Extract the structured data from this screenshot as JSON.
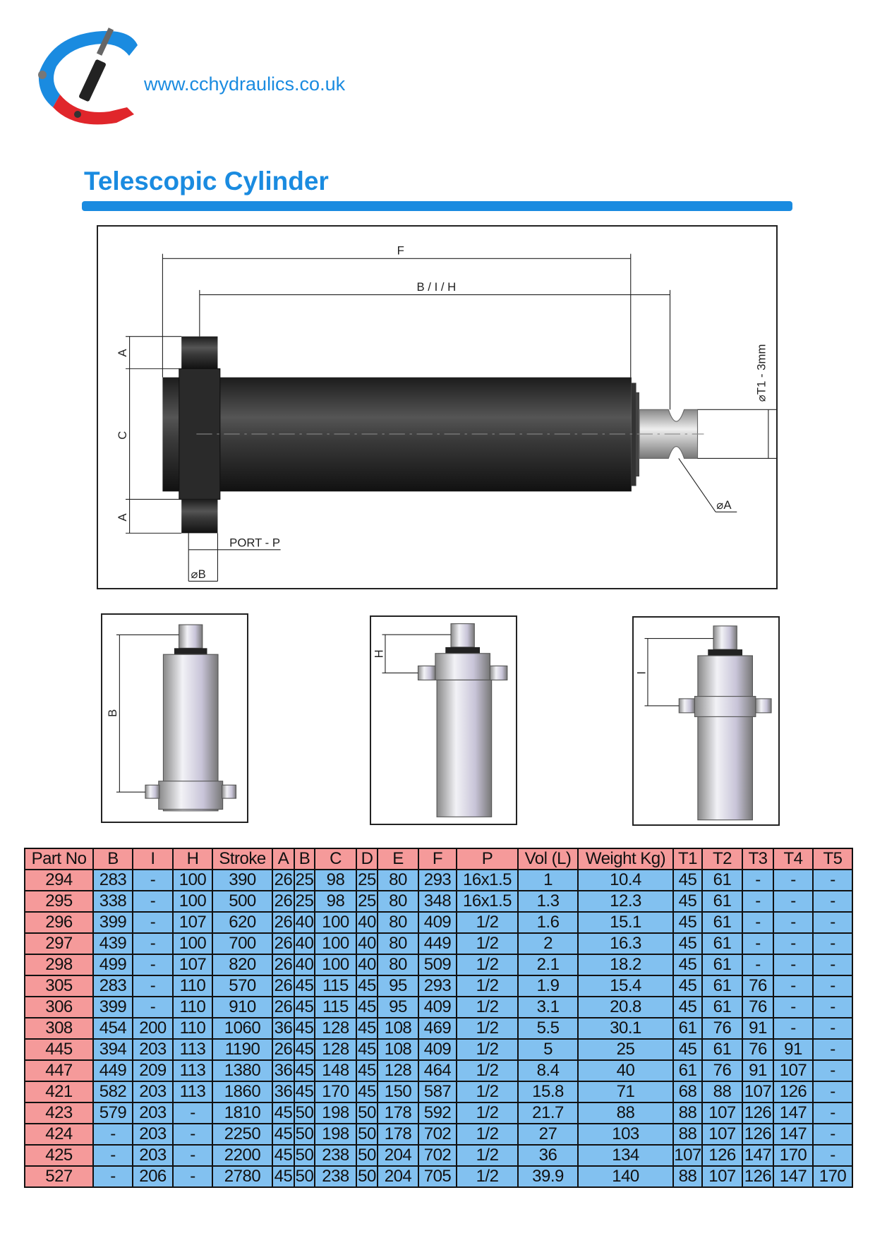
{
  "header": {
    "url": "www.cchydraulics.co.uk",
    "title": "Telescopic Cylinder"
  },
  "colors": {
    "brand_blue": "#1a8be0",
    "logo_red": "#e0262b",
    "header_pink": "#f59a9a",
    "cell_blue": "#82c1f0"
  },
  "diagram": {
    "f": "F",
    "bih": "B / I / H",
    "a_top": "A",
    "c": "C",
    "a_bottom": "A",
    "t1": "⌀T1 - 3mm",
    "oa": "⌀A",
    "port": "PORT - P",
    "ob": "⌀B"
  },
  "views": {
    "b": "B",
    "h": "H",
    "i": "I"
  },
  "table": {
    "headers": [
      "Part No",
      "B",
      "I",
      "H",
      "Stroke",
      "A",
      "B",
      "C",
      "D",
      "E",
      "F",
      "P",
      "Vol (L)",
      "Weight Kg)",
      "T1",
      "T2",
      "T3",
      "T4",
      "T5"
    ],
    "rows": [
      [
        "294",
        "283",
        "-",
        "100",
        "390",
        "26",
        "25",
        "98",
        "25",
        "80",
        "293",
        "16x1.5",
        "1",
        "10.4",
        "45",
        "61",
        "-",
        "-",
        "-"
      ],
      [
        "295",
        "338",
        "-",
        "100",
        "500",
        "26",
        "25",
        "98",
        "25",
        "80",
        "348",
        "16x1.5",
        "1.3",
        "12.3",
        "45",
        "61",
        "-",
        "-",
        "-"
      ],
      [
        "296",
        "399",
        "-",
        "107",
        "620",
        "26",
        "40",
        "100",
        "40",
        "80",
        "409",
        "1/2",
        "1.6",
        "15.1",
        "45",
        "61",
        "-",
        "-",
        "-"
      ],
      [
        "297",
        "439",
        "-",
        "100",
        "700",
        "26",
        "40",
        "100",
        "40",
        "80",
        "449",
        "1/2",
        "2",
        "16.3",
        "45",
        "61",
        "-",
        "-",
        "-"
      ],
      [
        "298",
        "499",
        "-",
        "107",
        "820",
        "26",
        "40",
        "100",
        "40",
        "80",
        "509",
        "1/2",
        "2.1",
        "18.2",
        "45",
        "61",
        "-",
        "-",
        "-"
      ],
      [
        "305",
        "283",
        "-",
        "110",
        "570",
        "26",
        "45",
        "115",
        "45",
        "95",
        "293",
        "1/2",
        "1.9",
        "15.4",
        "45",
        "61",
        "76",
        "-",
        "-"
      ],
      [
        "306",
        "399",
        "-",
        "110",
        "910",
        "26",
        "45",
        "115",
        "45",
        "95",
        "409",
        "1/2",
        "3.1",
        "20.8",
        "45",
        "61",
        "76",
        "-",
        "-"
      ],
      [
        "308",
        "454",
        "200",
        "110",
        "1060",
        "36",
        "45",
        "128",
        "45",
        "108",
        "469",
        "1/2",
        "5.5",
        "30.1",
        "61",
        "76",
        "91",
        "-",
        "-"
      ],
      [
        "445",
        "394",
        "203",
        "113",
        "1190",
        "26",
        "45",
        "128",
        "45",
        "108",
        "409",
        "1/2",
        "5",
        "25",
        "45",
        "61",
        "76",
        "91",
        "-"
      ],
      [
        "447",
        "449",
        "209",
        "113",
        "1380",
        "36",
        "45",
        "148",
        "45",
        "128",
        "464",
        "1/2",
        "8.4",
        "40",
        "61",
        "76",
        "91",
        "107",
        "-"
      ],
      [
        "421",
        "582",
        "203",
        "113",
        "1860",
        "36",
        "45",
        "170",
        "45",
        "150",
        "587",
        "1/2",
        "15.8",
        "71",
        "68",
        "88",
        "107",
        "126",
        "-"
      ],
      [
        "423",
        "579",
        "203",
        "-",
        "1810",
        "45",
        "50",
        "198",
        "50",
        "178",
        "592",
        "1/2",
        "21.7",
        "88",
        "88",
        "107",
        "126",
        "147",
        "-"
      ],
      [
        "424",
        "-",
        "203",
        "-",
        "2250",
        "45",
        "50",
        "198",
        "50",
        "178",
        "702",
        "1/2",
        "27",
        "103",
        "88",
        "107",
        "126",
        "147",
        "-"
      ],
      [
        "425",
        "-",
        "203",
        "-",
        "2200",
        "45",
        "50",
        "238",
        "50",
        "204",
        "702",
        "1/2",
        "36",
        "134",
        "107",
        "126",
        "147",
        "170",
        "-"
      ],
      [
        "527",
        "-",
        "206",
        "-",
        "2780",
        "45",
        "50",
        "238",
        "50",
        "204",
        "705",
        "1/2",
        "39.9",
        "140",
        "88",
        "107",
        "126",
        "147",
        "170"
      ]
    ]
  }
}
